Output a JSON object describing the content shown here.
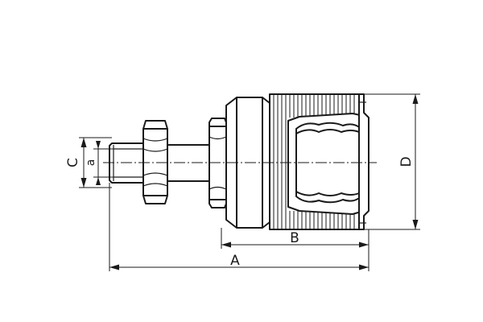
{
  "dimensions": {
    "A": "A",
    "B": "B",
    "C": "C",
    "D": "D",
    "a": "a"
  },
  "colors": {
    "line": "#1a1a1a",
    "background": "#ffffff"
  }
}
